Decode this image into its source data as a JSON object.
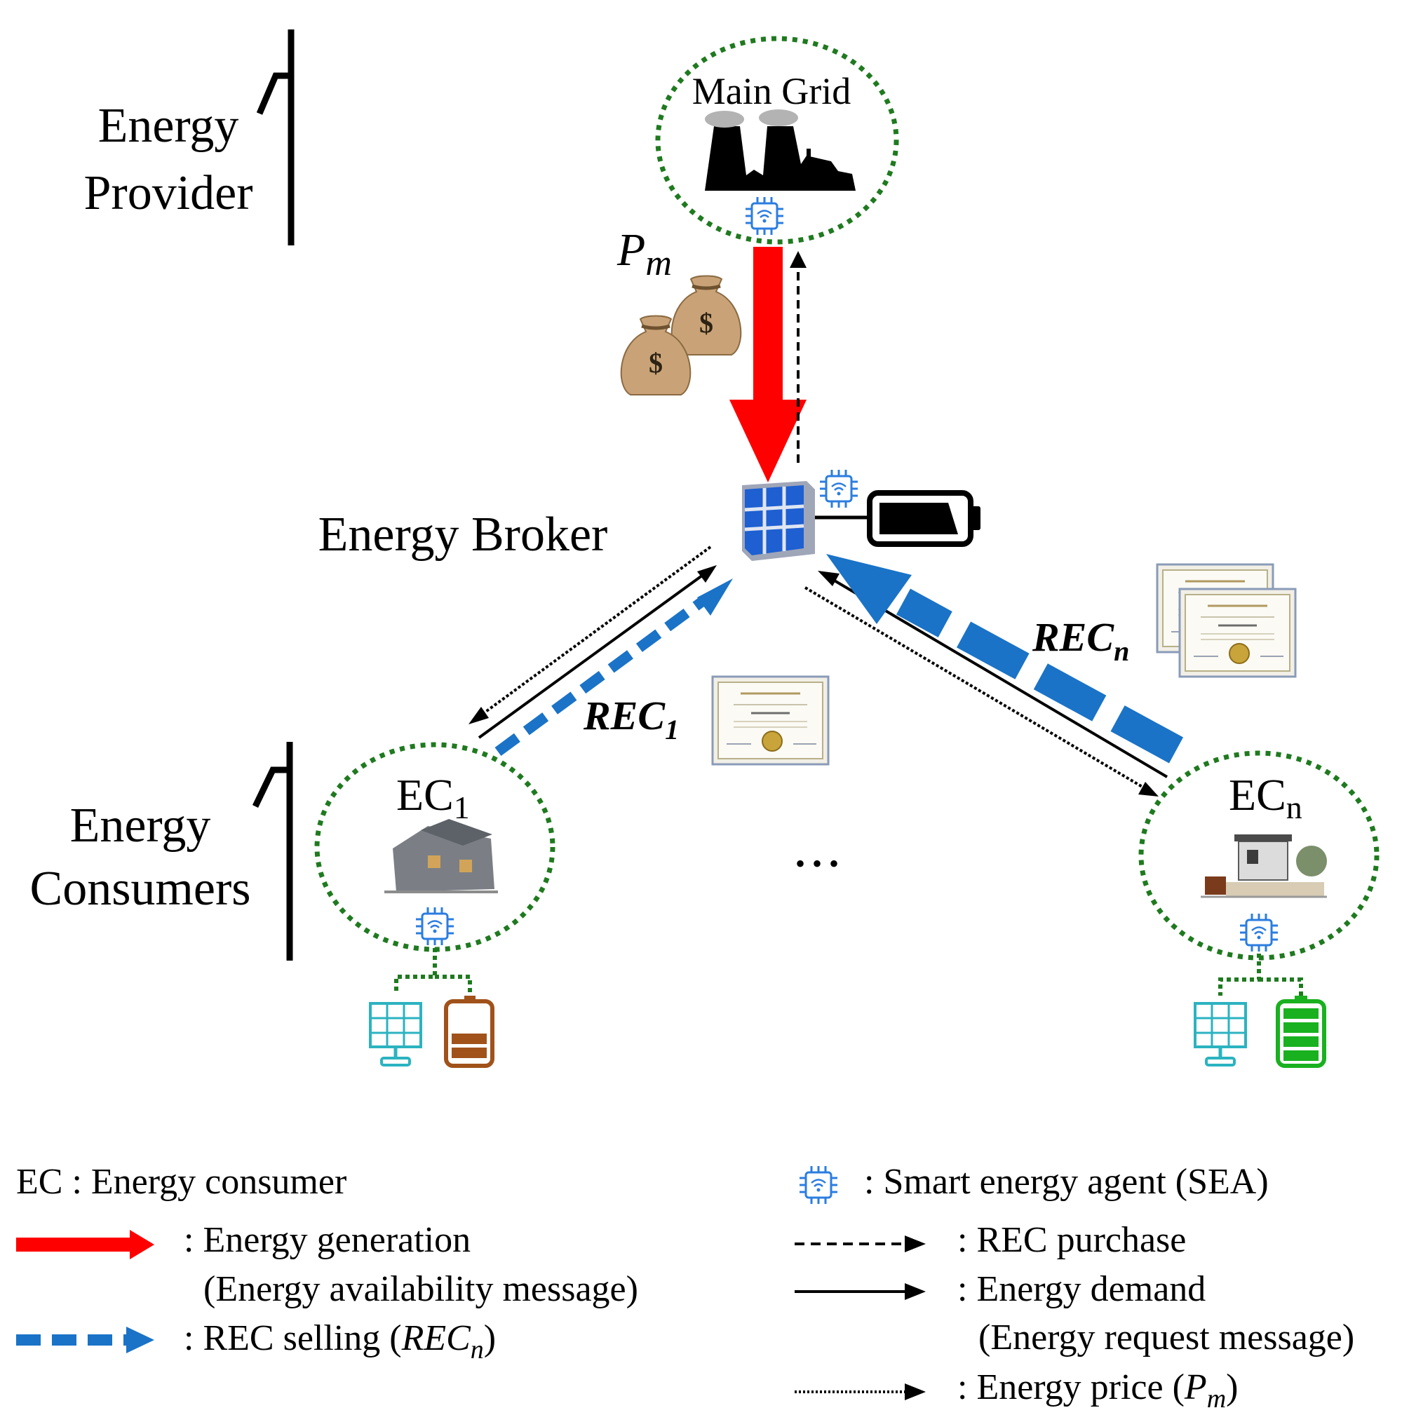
{
  "tiers": {
    "provider": [
      "Energy",
      "Provider"
    ],
    "consumers": [
      "Energy",
      "Consumers"
    ]
  },
  "nodes": {
    "main_grid": "Main Grid",
    "broker": "Energy Broker",
    "ec1": {
      "main": "EC",
      "sub": "1"
    },
    "ecn": {
      "main": "EC",
      "sub": "n"
    },
    "ellipsis": "• • •"
  },
  "flows": {
    "pm": {
      "main": "P",
      "sub": "m"
    },
    "rec1": {
      "main": "REC",
      "sub": "1"
    },
    "recn": {
      "main": "REC",
      "sub": "n"
    }
  },
  "legend": {
    "ec_def": "EC : Energy consumer",
    "generation": [
      ": Energy generation",
      "(Energy availability message)"
    ],
    "rec_selling": {
      "prefix": ": REC selling (",
      "main": "REC",
      "sub": "n",
      "suffix": ")"
    },
    "sea": ": Smart energy agent (SEA)",
    "rec_purchase": ": REC purchase",
    "demand": [
      ": Energy demand",
      "(Energy request message)"
    ],
    "price": {
      "prefix": ": Energy price (",
      "main": "P",
      "sub": "m",
      "suffix": ")"
    }
  },
  "colors": {
    "generation": "#ff0000",
    "rec_selling": "#1a73c7",
    "agent": "#2b7de0",
    "ellipse": "#1f7a1f",
    "panel": "#2bb3c0",
    "battery_low": "#a0521a",
    "battery_full": "#19b11f"
  },
  "icons": [
    "factory-icon",
    "money-bag-icon",
    "building-icon",
    "battery-icon",
    "chip-icon",
    "house-icon",
    "solar-panel-icon",
    "certificate-icon"
  ]
}
